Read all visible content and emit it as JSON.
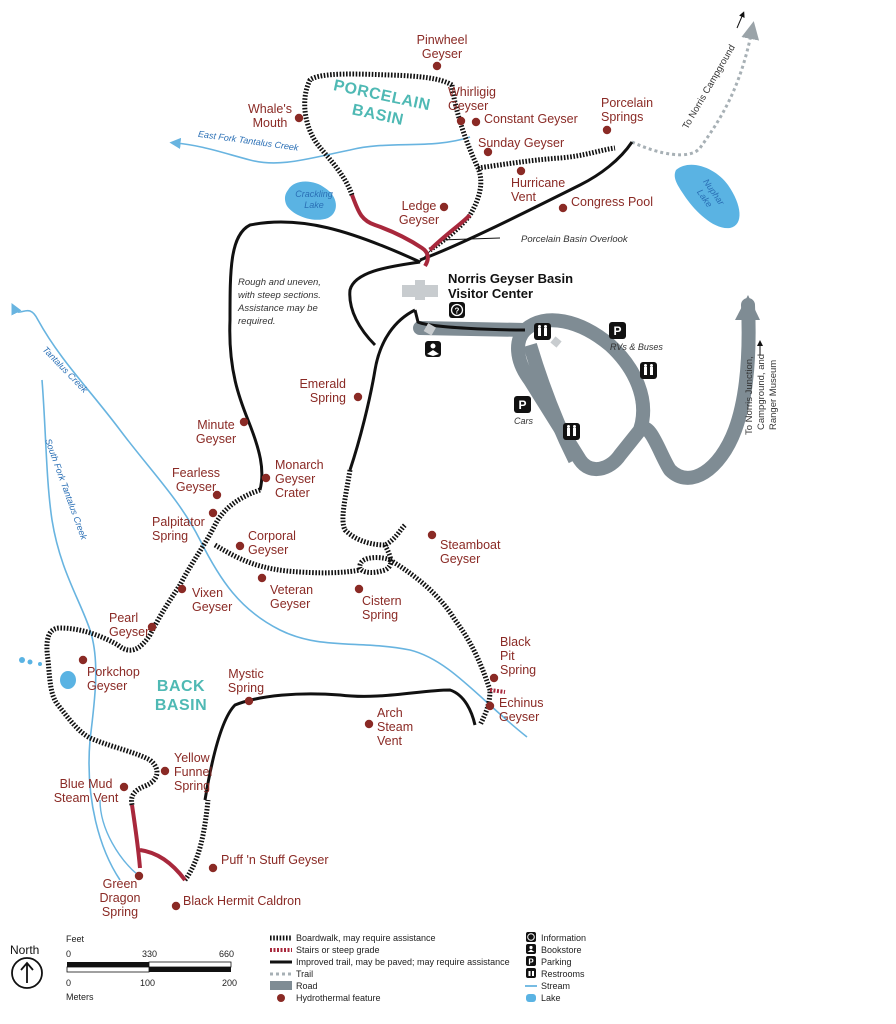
{
  "basins": {
    "porcelain": [
      "PORCELAIN",
      "BASIN"
    ],
    "back": [
      "BACK",
      "BASIN"
    ]
  },
  "visitor_center": [
    "Norris Geyser Basin",
    "Visitor Center"
  ],
  "trail_note": [
    "Rough and uneven,",
    "with steep sections.",
    "Assistance may be",
    "required."
  ],
  "overlook": "Porcelain Basin Overlook",
  "water": {
    "east_fork": "East Fork Tantalus Creek",
    "tantalus": "Tantalus Creek",
    "south_fork": "South Fork Tantalus Creek",
    "crackling_lake": [
      "Crackling",
      "Lake"
    ],
    "nuphar_lake": [
      "Nuphar",
      "Lake"
    ]
  },
  "directions": {
    "norris_campground": "To Norris Campground",
    "norris_junction": [
      "To Norris Junction,",
      "Campground, and",
      "Ranger Museum"
    ]
  },
  "parking": {
    "rvs": "RVs & Buses",
    "cars": "Cars"
  },
  "features": [
    {
      "id": "pinwheel",
      "lines": [
        "Pinwheel",
        "Geyser"
      ]
    },
    {
      "id": "whirligig",
      "lines": [
        "Whirligig",
        "Geyser"
      ]
    },
    {
      "id": "constant",
      "lines": [
        "Constant Geyser"
      ]
    },
    {
      "id": "whales-mouth",
      "lines": [
        "Whale's",
        "Mouth"
      ]
    },
    {
      "id": "porcelain-springs",
      "lines": [
        "Porcelain",
        "Springs"
      ]
    },
    {
      "id": "sunday",
      "lines": [
        "Sunday Geyser"
      ]
    },
    {
      "id": "hurricane",
      "lines": [
        "Hurricane",
        "Vent"
      ]
    },
    {
      "id": "congress",
      "lines": [
        "Congress Pool"
      ]
    },
    {
      "id": "ledge",
      "lines": [
        "Ledge",
        "Geyser"
      ]
    },
    {
      "id": "emerald",
      "lines": [
        "Emerald",
        "Spring"
      ]
    },
    {
      "id": "minute",
      "lines": [
        "Minute",
        "Geyser"
      ]
    },
    {
      "id": "fearless",
      "lines": [
        "Fearless",
        "Geyser"
      ]
    },
    {
      "id": "monarch",
      "lines": [
        "Monarch",
        "Geyser",
        "Crater"
      ]
    },
    {
      "id": "palpitator",
      "lines": [
        "Palpitator",
        "Spring"
      ]
    },
    {
      "id": "corporal",
      "lines": [
        "Corporal",
        "Geyser"
      ]
    },
    {
      "id": "steamboat",
      "lines": [
        "Steamboat",
        "Geyser"
      ]
    },
    {
      "id": "vixen",
      "lines": [
        "Vixen",
        "Geyser"
      ]
    },
    {
      "id": "veteran",
      "lines": [
        "Veteran",
        "Geyser"
      ]
    },
    {
      "id": "cistern",
      "lines": [
        "Cistern",
        "Spring"
      ]
    },
    {
      "id": "pearl",
      "lines": [
        "Pearl",
        "Geyser"
      ]
    },
    {
      "id": "black-pit",
      "lines": [
        "Black",
        "Pit",
        "Spring"
      ]
    },
    {
      "id": "porkchop",
      "lines": [
        "Porkchop",
        "Geyser"
      ]
    },
    {
      "id": "mystic",
      "lines": [
        "Mystic",
        "Spring"
      ]
    },
    {
      "id": "echinus",
      "lines": [
        "Echinus",
        "Geyser"
      ]
    },
    {
      "id": "arch-steam",
      "lines": [
        "Arch",
        "Steam",
        "Vent"
      ]
    },
    {
      "id": "yellow-funnel",
      "lines": [
        "Yellow",
        "Funnel",
        "Spring"
      ]
    },
    {
      "id": "blue-mud",
      "lines": [
        "Blue Mud",
        "Steam Vent"
      ]
    },
    {
      "id": "puff-n-stuff",
      "lines": [
        "Puff 'n Stuff Geyser"
      ]
    },
    {
      "id": "green-dragon",
      "lines": [
        "Green",
        "Dragon",
        "Spring"
      ]
    },
    {
      "id": "black-hermit",
      "lines": [
        "Black Hermit Caldron"
      ]
    }
  ],
  "scale": {
    "feet_label": "Feet",
    "feet_ticks": [
      "0",
      "330",
      "660"
    ],
    "meters_label": "Meters",
    "meters_ticks": [
      "0",
      "100",
      "200"
    ]
  },
  "north": "North",
  "legend_lines": [
    {
      "id": "boardwalk",
      "label": "Boardwalk, may require assistance"
    },
    {
      "id": "stairs",
      "label": "Stairs or steep grade"
    },
    {
      "id": "improved",
      "label": "Improved trail, may be paved; may require assistance"
    },
    {
      "id": "trail",
      "label": "Trail"
    },
    {
      "id": "road",
      "label": "Road"
    },
    {
      "id": "hydro",
      "label": "Hydrothermal feature"
    }
  ],
  "legend_symbols": [
    {
      "id": "information",
      "label": "Information"
    },
    {
      "id": "bookstore",
      "label": "Bookstore"
    },
    {
      "id": "parking",
      "label": "Parking"
    },
    {
      "id": "restrooms",
      "label": "Restrooms"
    },
    {
      "id": "stream",
      "label": "Stream"
    },
    {
      "id": "lake",
      "label": "Lake"
    }
  ],
  "icons": {
    "parking": "P",
    "information": "?",
    "north_arrow": "up-arrow-icon"
  },
  "colors": {
    "feature": "#8a2a25",
    "stairs": "#a8283c",
    "road": "#7f8c94",
    "stream": "#68b4e0",
    "lake": "#5ab3e3",
    "basin_label": "#4fb9b4",
    "water_label": "#2a6fb5"
  }
}
